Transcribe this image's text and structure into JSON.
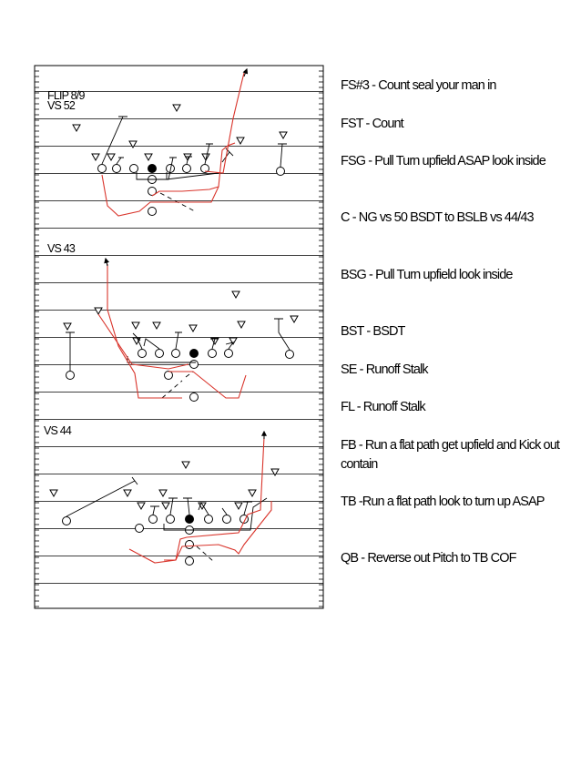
{
  "diagram": {
    "formation_labels": [
      "FLIP 8/9",
      "VS 52",
      "VS 43",
      "VS 44"
    ],
    "colors": {
      "line": "#000000",
      "route": "#d9342b",
      "background": "#ffffff"
    },
    "symbols": {
      "defender": "triangle",
      "offense": "circle",
      "center": "filled-circle"
    }
  },
  "notes": [
    {
      "text": "FS#3 - Count seal your man in"
    },
    {
      "text": "FST - Count"
    },
    {
      "text": "FSG - Pull Turn upfield ASAP look inside"
    },
    {
      "text": "C - NG vs 50 BSDT to BSLB vs 44/43"
    },
    {
      "text": "BSG - Pull Turn upfield look inside"
    },
    {
      "text": "BST - BSDT"
    },
    {
      "text": "SE - Runoff Stalk"
    },
    {
      "text": "FL - Runoff Stalk"
    },
    {
      "text": "FB - Run a flat path get upfield and Kick out contain"
    },
    {
      "text": "TB -Run a flat path look to turn up ASAP"
    },
    {
      "text": "QB - Reverse out Pitch to TB COF"
    }
  ]
}
